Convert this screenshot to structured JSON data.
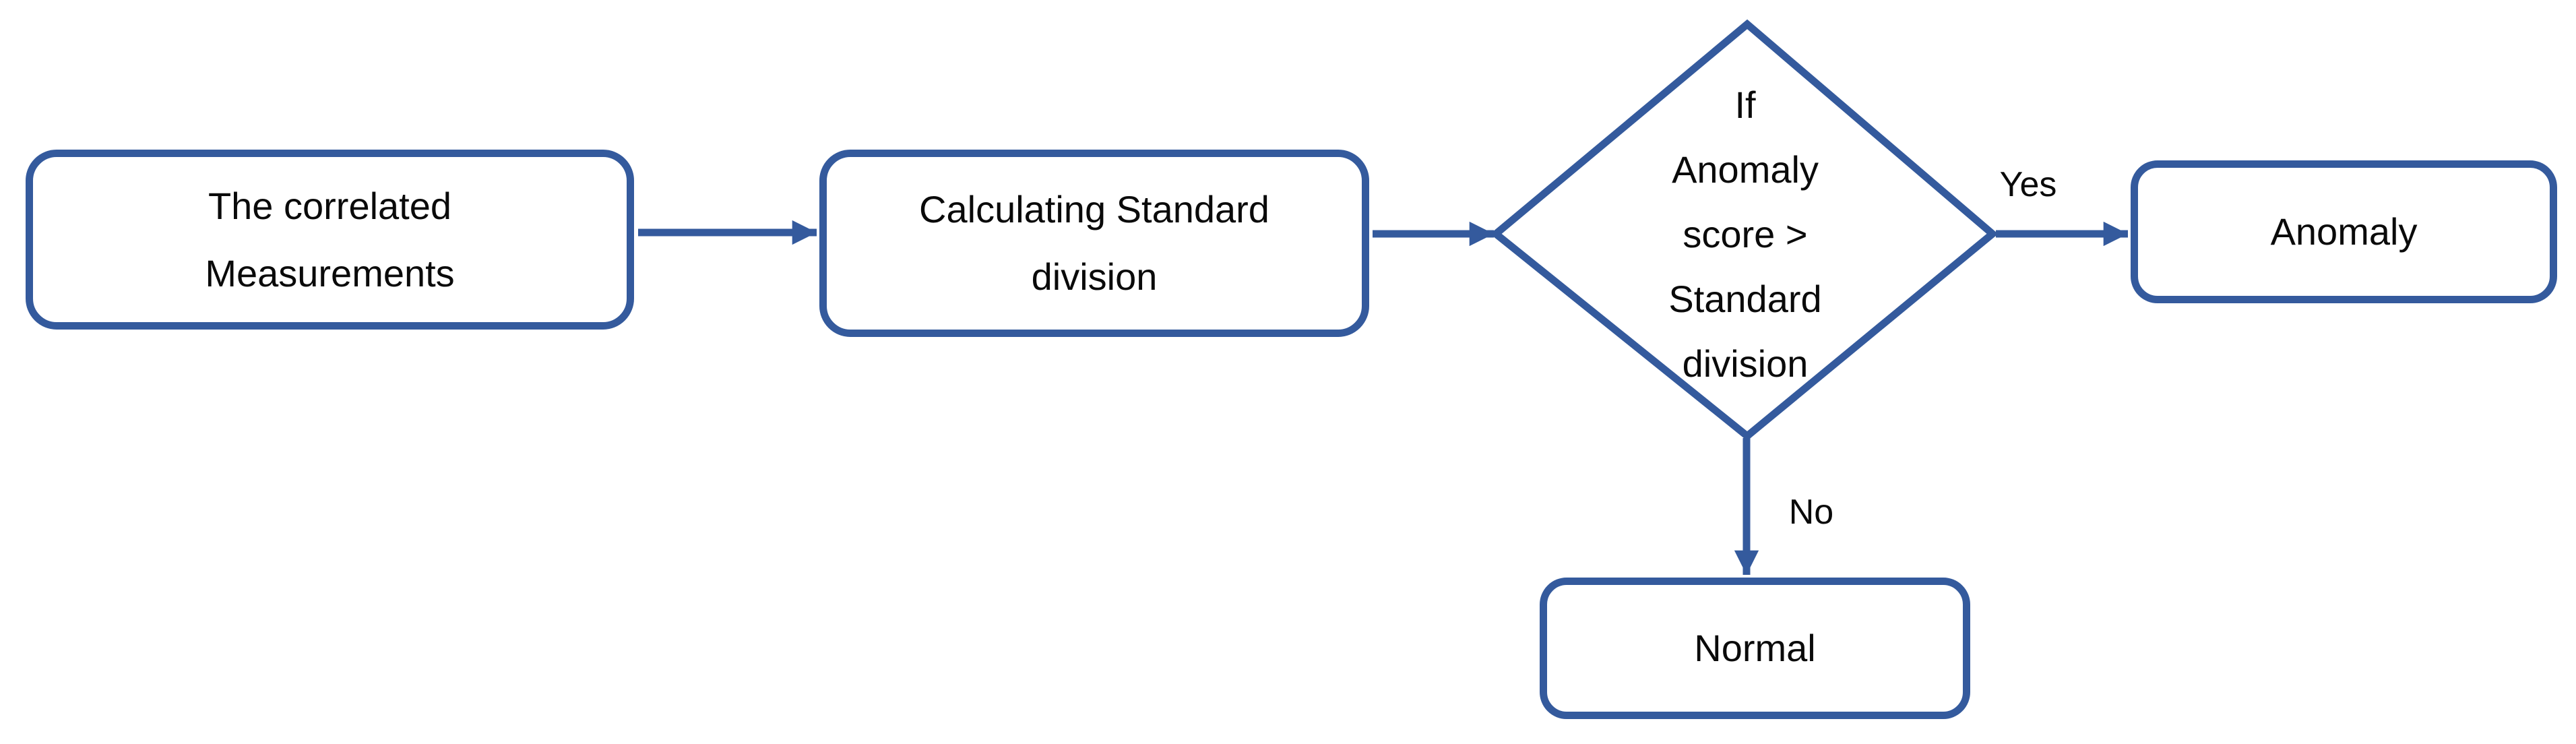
{
  "flowchart": {
    "nodes": {
      "start": {
        "lines": [
          "The correlated",
          "Measurements"
        ]
      },
      "process": {
        "lines": [
          "Calculating Standard",
          "division"
        ]
      },
      "decision": {
        "lines": [
          "If",
          "Anomaly",
          "score >",
          "Standard",
          "division"
        ]
      },
      "anomaly": {
        "label": "Anomaly"
      },
      "normal": {
        "label": "Normal"
      }
    },
    "edges": {
      "yes_label": "Yes",
      "no_label": "No"
    },
    "colors": {
      "shape_stroke": "#345A9D",
      "text": "#0A0A0A",
      "background": "#FFFFFF"
    }
  }
}
